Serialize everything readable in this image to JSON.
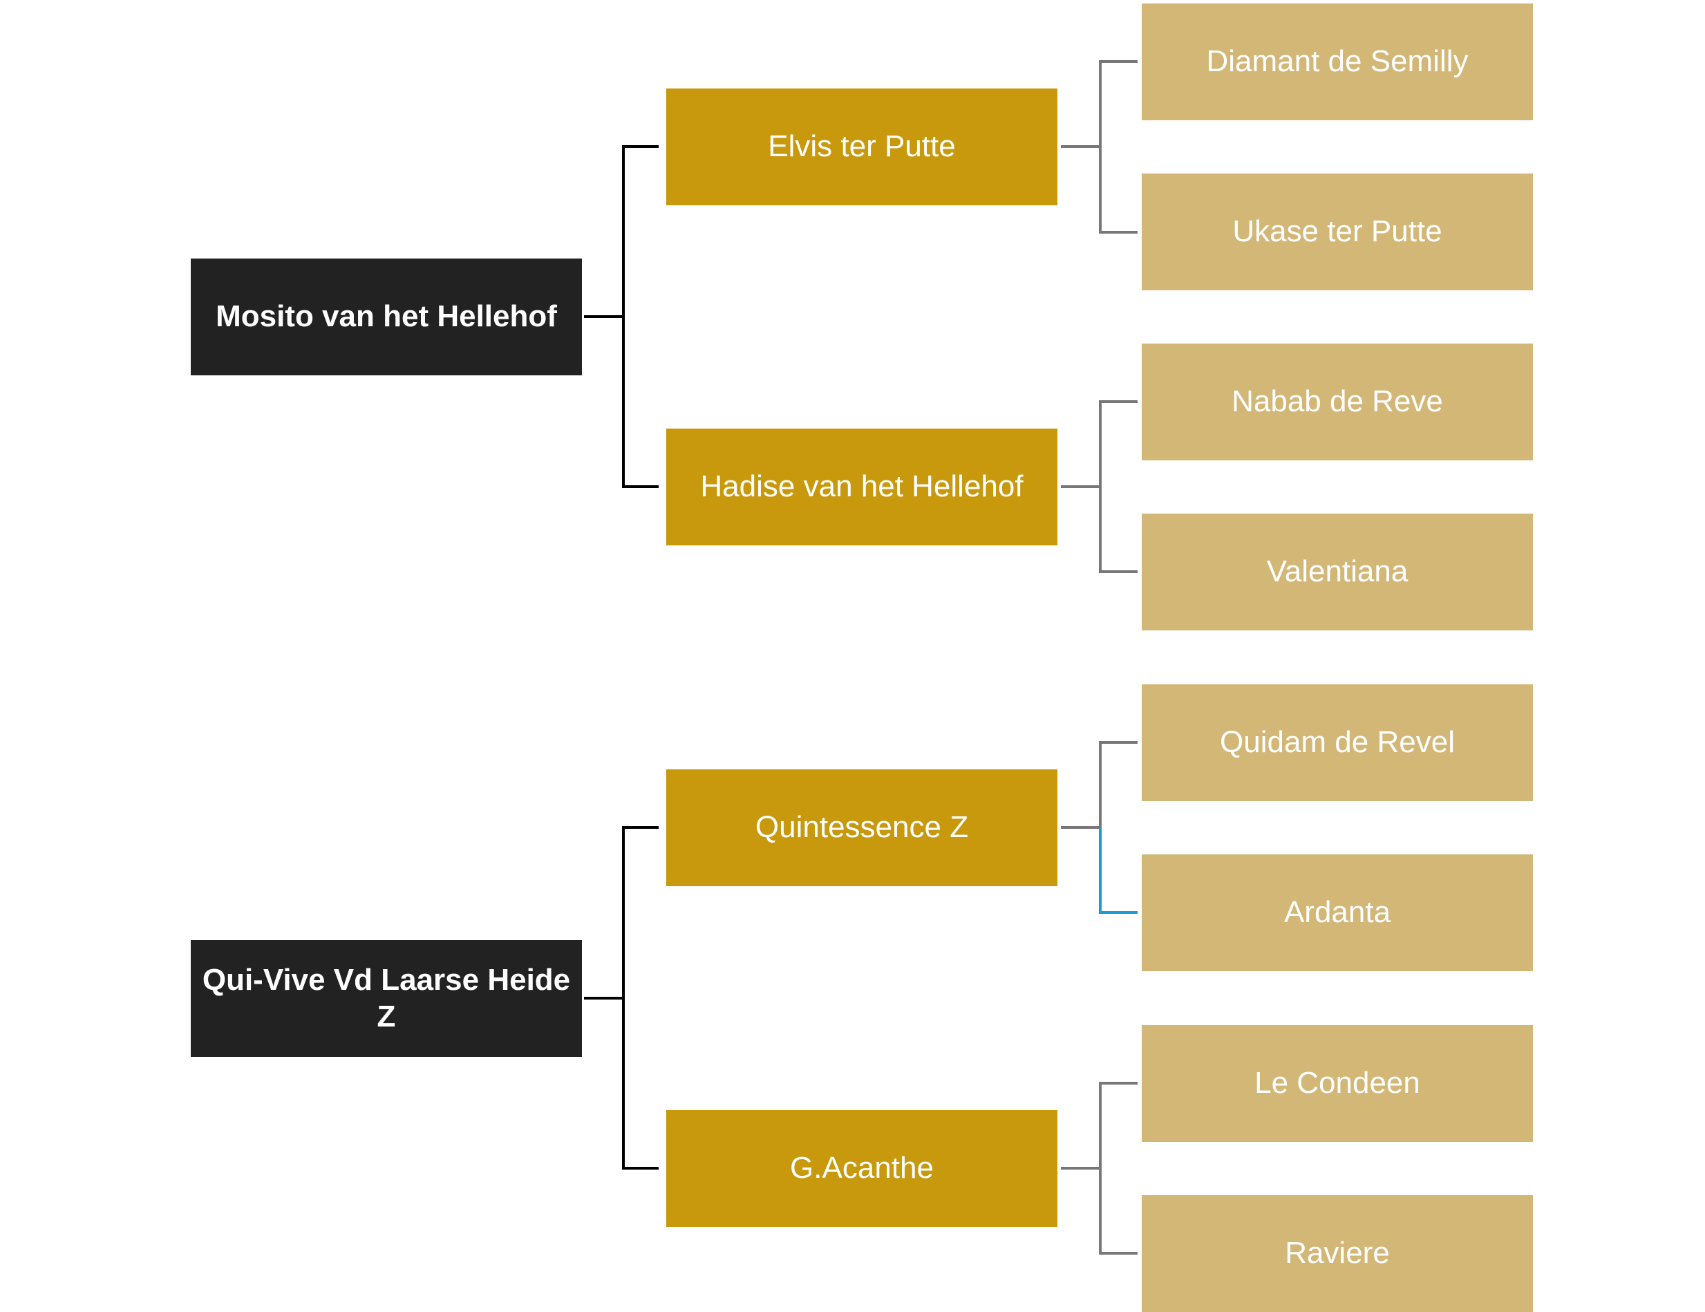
{
  "pedigree": {
    "sire": {
      "name": "Mosito van het Hellehof",
      "sire": {
        "name": "Elvis ter Putte",
        "sire": "Diamant de Semilly",
        "dam": "Ukase ter Putte"
      },
      "dam": {
        "name": "Hadise van het Hellehof",
        "sire": "Nabab de Reve",
        "dam": "Valentiana"
      }
    },
    "dam": {
      "name": "Qui-Vive Vd Laarse Heide Z",
      "sire": {
        "name": "Quintessence Z",
        "sire": "Quidam de Revel",
        "dam": "Ardanta"
      },
      "dam": {
        "name": "G.Acanthe",
        "sire": "Le Condeen",
        "dam": "Raviere"
      }
    }
  },
  "colors": {
    "root_box": "#222222",
    "parent_box": "#C8990D",
    "grandparent_box": "#D3B777",
    "text": "#FFFFFF",
    "connector_root": "#000000",
    "connector_parent": "#777777",
    "connector_highlight": "#1A9AD6"
  }
}
